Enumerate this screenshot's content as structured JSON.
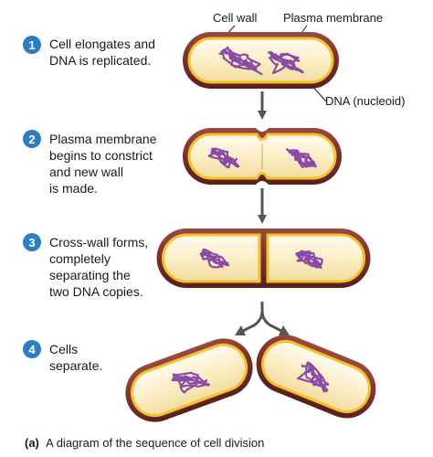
{
  "labels": {
    "cell_wall": "Cell wall",
    "plasma_membrane": "Plasma membrane",
    "dna_nucleoid": "DNA (nucleoid)"
  },
  "steps": [
    {
      "number": "1",
      "lines": [
        "Cell elongates and",
        "DNA is replicated."
      ]
    },
    {
      "number": "2",
      "lines": [
        "Plasma membrane",
        "begins to constrict",
        "and new wall",
        "is made."
      ]
    },
    {
      "number": "3",
      "lines": [
        "Cross-wall forms,",
        "completely",
        "separating the",
        "two DNA copies."
      ]
    },
    {
      "number": "4",
      "lines": [
        "Cells",
        "separate."
      ]
    }
  ],
  "caption": {
    "prefix": "(a)",
    "text": "A diagram of the sequence of cell division"
  },
  "colors": {
    "cell_wall": "#7a2f2a",
    "cell_wall_dark": "#5a1f1c",
    "plasma_membrane": "#f2c228",
    "cytoplasm": "#fbefc6",
    "cytoplasm_light": "#fffaf0",
    "dna": "#8b4aa8",
    "step_circle": "#2a7fc4",
    "arrow": "#555555"
  }
}
